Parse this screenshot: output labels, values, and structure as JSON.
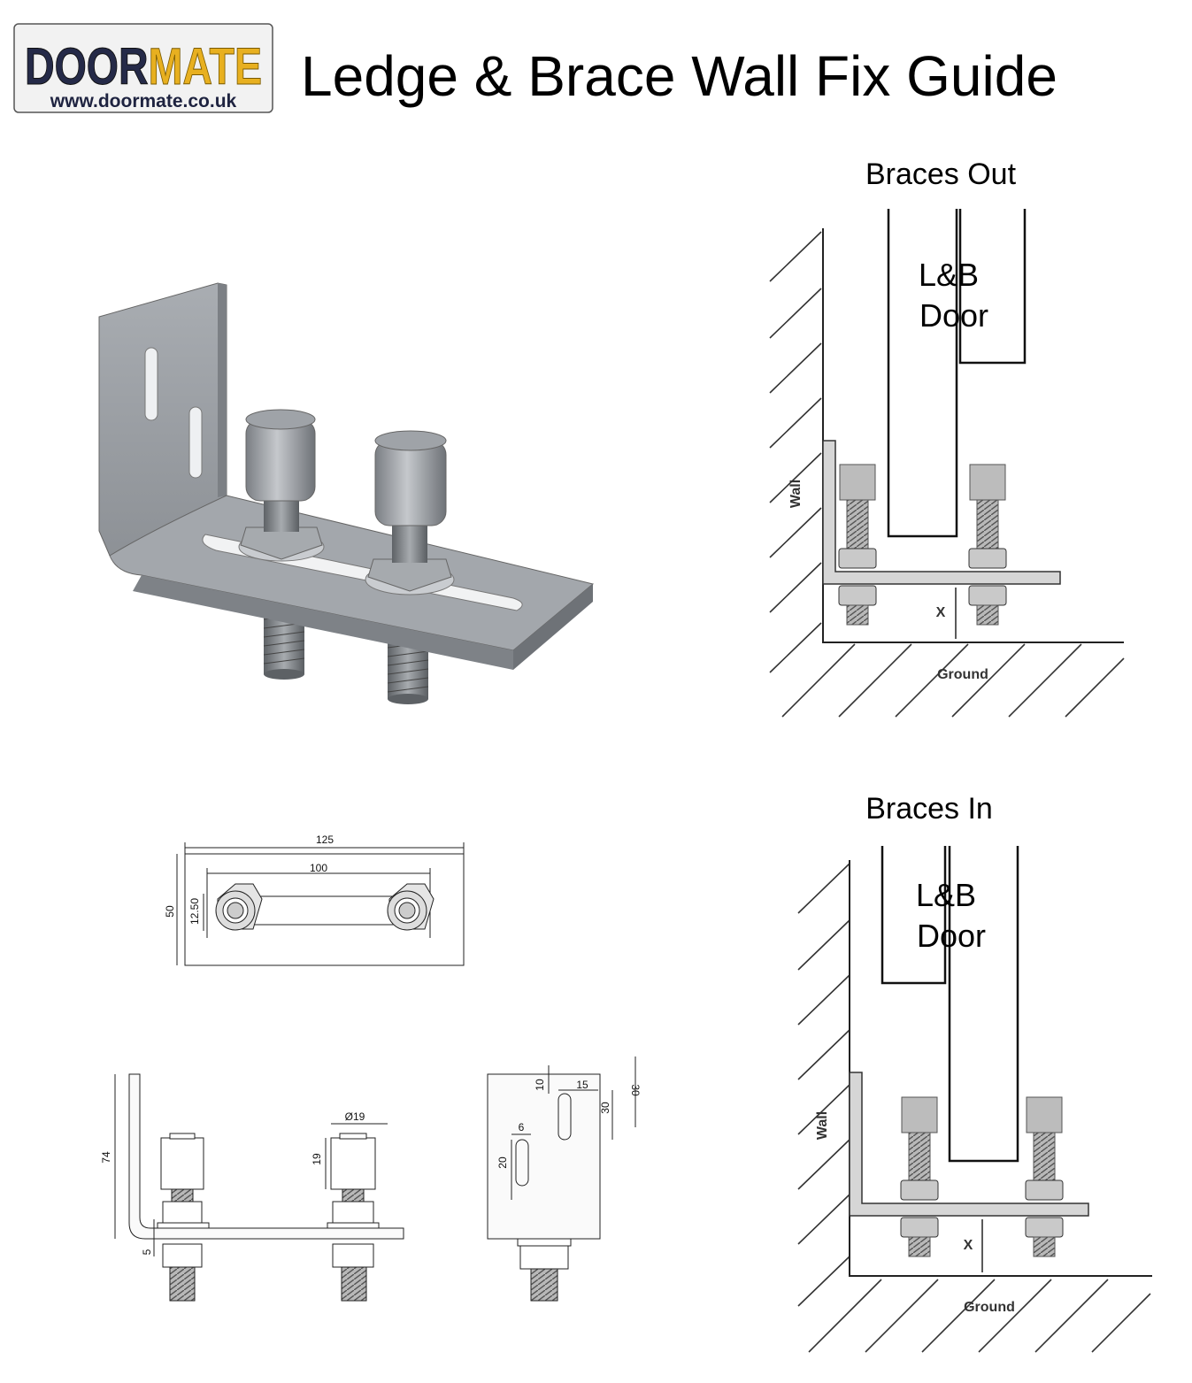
{
  "header": {
    "logo_word_1": "DOOR",
    "logo_word_2": "MATE",
    "logo_url": "www.doormate.co.uk",
    "title": "Ledge & Brace Wall Fix Guide"
  },
  "diagram_out": {
    "title": "Braces Out",
    "door_line_1": "L&B",
    "door_line_2": "Door",
    "wall_label": "Wall",
    "ground_label": "Ground",
    "gap_label": "X"
  },
  "diagram_in": {
    "title": "Braces In",
    "door_line_1": "L&B",
    "door_line_2": "Door",
    "wall_label": "Wall",
    "ground_label": "Ground",
    "gap_label": "X"
  },
  "dimensions": {
    "plan_width": "125",
    "plan_slot": "100",
    "plan_height": "50",
    "plan_offset": "12.50",
    "side_height": "74",
    "side_thickness": "5",
    "roller_diameter": "Ø19",
    "roller_height": "19",
    "end_slot_width": "15",
    "end_top": "10",
    "end_slot_len": "30",
    "end_right": "30",
    "end_small_width": "6",
    "end_small_len": "20"
  },
  "colors": {
    "logo_navy": "#252a48",
    "logo_gold": "#e8b020",
    "steel": "#9a9ea3",
    "steel_dark": "#6d7176",
    "bracket_fill": "#d6d6d6"
  }
}
